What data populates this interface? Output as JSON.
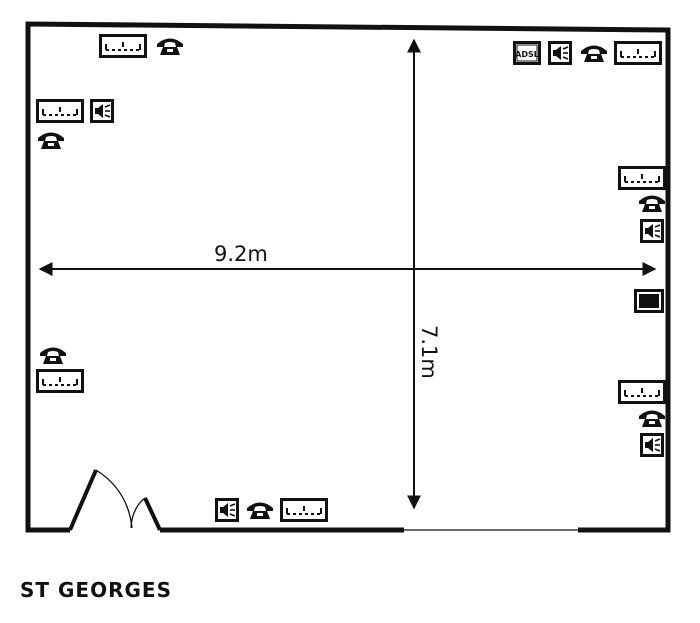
{
  "room": {
    "name": "ST GEORGES"
  },
  "dimensions": {
    "width": "9.2m",
    "depth": "7.1m"
  },
  "icons": {
    "socket": "power-socket-icon",
    "phone": "telephone-icon",
    "speaker": "speaker-icon",
    "adsl": "adsl-point-icon",
    "screen": "screen-icon"
  },
  "labels": {
    "adsl": "ADSL"
  }
}
